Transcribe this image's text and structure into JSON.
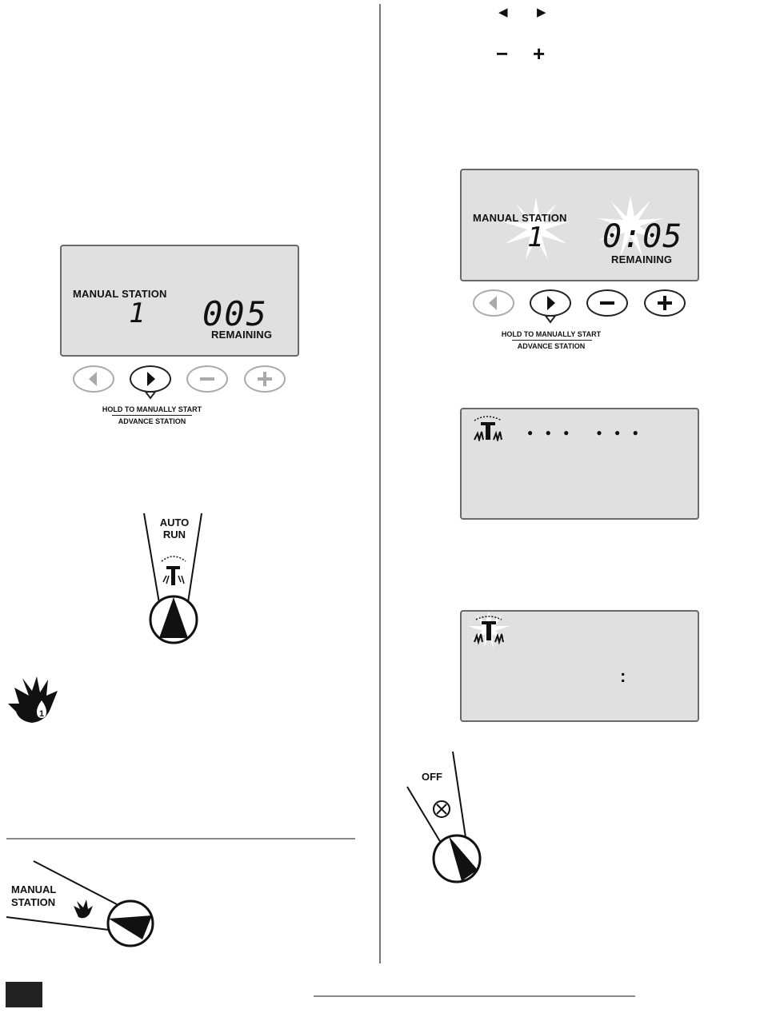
{
  "left_panel": {
    "lcd": {
      "label": "MANUAL STATION",
      "station": "1",
      "time": "005",
      "remaining": "REMAINING"
    },
    "buttons_caption_top": "HOLD TO MANUALLY START",
    "buttons_caption_bottom": "ADVANCE STATION",
    "dial": {
      "label_line1": "AUTO",
      "label_line2": "RUN"
    },
    "manual_dial": {
      "label_line1": "MANUAL",
      "label_line2": "STATION"
    }
  },
  "right_panel": {
    "arrow_left": "◀",
    "arrow_right": "▶",
    "minus": "−",
    "plus": "+",
    "lcd_flash": {
      "label": "MANUAL STATION",
      "station": "1",
      "time": "0:05",
      "remaining": "REMAINING"
    },
    "buttons_caption_top": "HOLD TO MANUALLY START",
    "buttons_caption_bottom": "ADVANCE STATION",
    "lcd_running": {
      "drops": "● ● ●   ● ● ●"
    },
    "lcd_colon": {
      "colon": ":"
    },
    "off_dial": {
      "label": "OFF"
    }
  },
  "icons": {
    "btn_left": "◀",
    "btn_right": "▶",
    "btn_minus": "−",
    "btn_plus": "+"
  }
}
